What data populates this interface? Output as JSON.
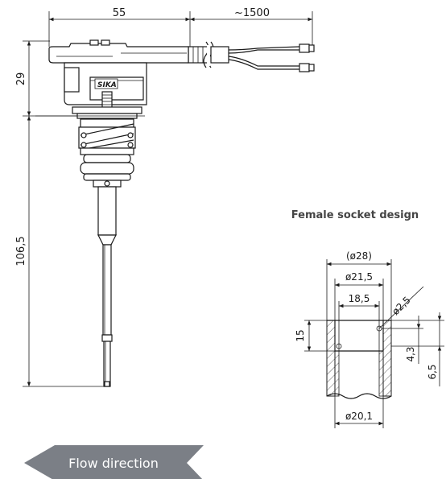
{
  "left_view": {
    "dim_top_width": "55",
    "dim_cable_length": "~1500",
    "dim_head_height": "29",
    "dim_probe_length": "106,5",
    "logo_text": "SIKA"
  },
  "socket_view": {
    "title": "Female socket design",
    "dim_outer_dia": "(ø28)",
    "dim_inner_dia": "ø21,5",
    "dim_thread_width": "18,5",
    "dim_hole_dia": "ø2,5",
    "dim_thread_depth": "15",
    "dim_hole_pos": "4,3",
    "dim_hole_offset": "6,5",
    "dim_bore_dia": "ø20,1"
  },
  "flow": {
    "label": "Flow direction",
    "color": "#7b7f86"
  }
}
